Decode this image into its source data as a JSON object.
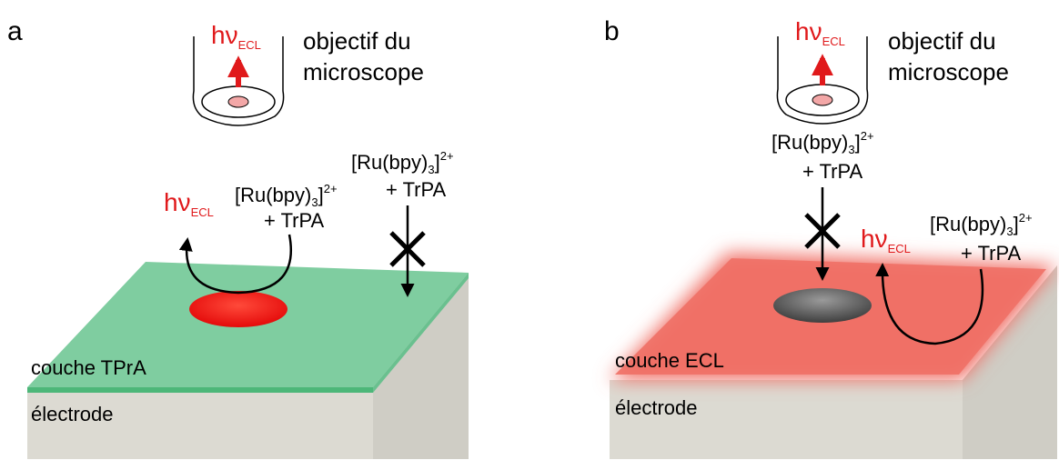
{
  "colors": {
    "ecl_red": "#e0191b",
    "tpra_green": "#3fb06a",
    "green_layer": "#7fcda0",
    "red_layer": "#f07066",
    "electrode_top": "#dcdad2",
    "electrode_side": "#c9c7bf",
    "electrode_label": "#8c8c8c"
  },
  "panel_a": {
    "letter": "a",
    "objective_line1": "objectif du",
    "objective_line2": "microscope",
    "hv": "hν",
    "hv_sub": "ECL",
    "emission_hv": "hν",
    "emission_hv_sub": "ECL",
    "reagent_near_formula": "[Ru(bpy)",
    "reagent_near_sub": "3",
    "reagent_near_close": "]",
    "reagent_near_charge": "2+",
    "reagent_near_plus": "+ TrPA",
    "reagent_far_formula": "[Ru(bpy)",
    "reagent_far_sub": "3",
    "reagent_far_close": "]",
    "reagent_far_charge": "2+",
    "reagent_far_plus": "+ TrPA",
    "layer_label": "couche TPrA",
    "electrode_label": "électrode"
  },
  "panel_b": {
    "letter": "b",
    "objective_line1": "objectif du",
    "objective_line2": "microscope",
    "hv": "hν",
    "hv_sub": "ECL",
    "emission_hv": "hν",
    "emission_hv_sub": "ECL",
    "reagent_top_formula": "[Ru(bpy)",
    "reagent_top_sub": "3",
    "reagent_top_close": "]",
    "reagent_top_charge": "2+",
    "reagent_top_plus": "+ TrPA",
    "reagent_right_formula": "[Ru(bpy)",
    "reagent_right_sub": "3",
    "reagent_right_close": "]",
    "reagent_right_charge": "2+",
    "reagent_right_plus": "+ TrPA",
    "layer_label": "couche ECL",
    "electrode_label": "électrode"
  }
}
